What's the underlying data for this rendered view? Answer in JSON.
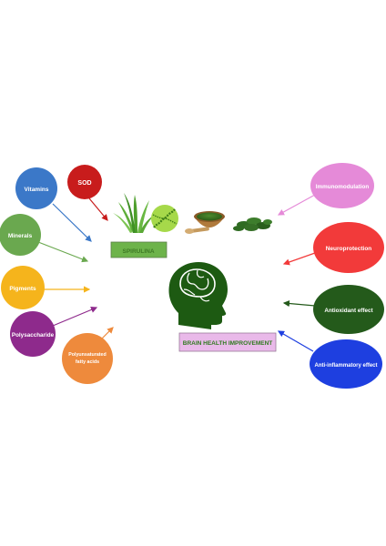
{
  "nutrients": [
    {
      "id": "vitamins",
      "label": "Vitamins",
      "color": "#3b78c8"
    },
    {
      "id": "sod",
      "label": "SOD",
      "color": "#c81c1c"
    },
    {
      "id": "minerals",
      "label": "Minerals",
      "color": "#6aa84f"
    },
    {
      "id": "pigments",
      "label": "Pigments",
      "color": "#f5b41c"
    },
    {
      "id": "polysaccharide",
      "label": "Polysaccharide",
      "color": "#8e2a8c"
    },
    {
      "id": "pufa",
      "label_lines": [
        "Polyunsaturated",
        "fatty acids"
      ],
      "color": "#ee8a3c"
    }
  ],
  "source_label": "SPIRULINA",
  "source_box_color": "#6db34a",
  "center_label": "BRAIN HEALTH IMPROVEMENT",
  "center_box_color": "#e9b9e9",
  "effects": [
    {
      "id": "immunomodulation",
      "label": "Immunomodulation",
      "color": "#e58ad8"
    },
    {
      "id": "neuroprotection",
      "label": "Neuroprotection",
      "color": "#f23a3a"
    },
    {
      "id": "antioxidant",
      "label": "Antioxidant effect",
      "color": "#245a1b"
    },
    {
      "id": "anti-inflammatory",
      "label": "Anti-inflammatory effect",
      "color": "#1e3fe0"
    }
  ],
  "icons": [
    "spirulina-grass-icon",
    "spirulina-filament-icon",
    "spirulina-powder-bowl-icon",
    "spirulina-tablets-icon",
    "brain-head-icon"
  ]
}
